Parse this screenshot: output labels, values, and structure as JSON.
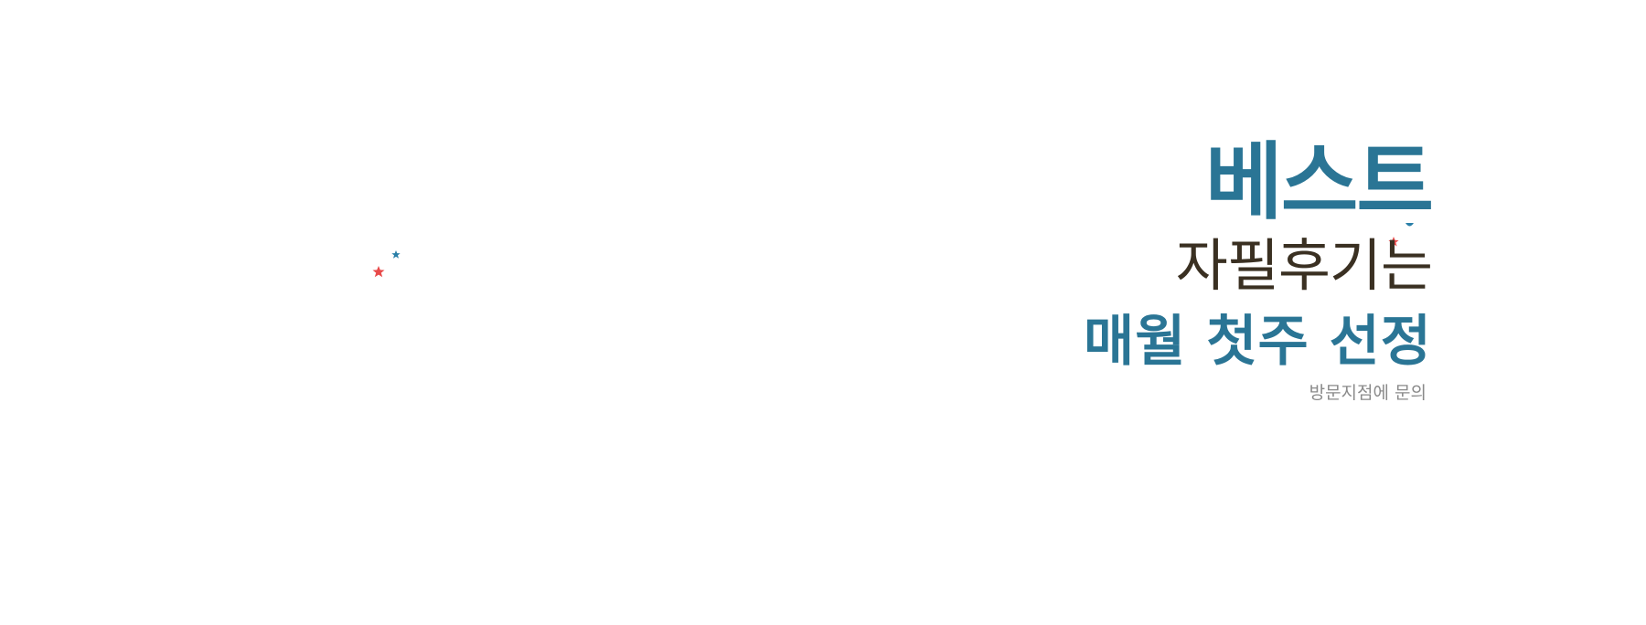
{
  "banner": {
    "headline": "베스트",
    "subheadline": "자필후기는",
    "selection": "매월 첫주 선정",
    "inquiry": "방문지점에 문의"
  },
  "colors": {
    "primary": "#2a7595",
    "text_dark": "#3a3022",
    "text_muted": "#8a8a8a",
    "confetti_red": "#e84a4a",
    "confetti_blue": "#2a7fa8"
  },
  "decorations": [
    {
      "name": "confetti-red-left",
      "icon": "sparkle-icon",
      "color": "#e84a4a"
    },
    {
      "name": "confetti-blue-left",
      "icon": "sparkle-icon",
      "color": "#2a7fa8"
    },
    {
      "name": "confetti-red-right",
      "icon": "sparkle-icon",
      "color": "#e84a4a"
    },
    {
      "name": "confetti-blue-right",
      "icon": "sparkle-icon",
      "color": "#2a7fa8"
    }
  ]
}
